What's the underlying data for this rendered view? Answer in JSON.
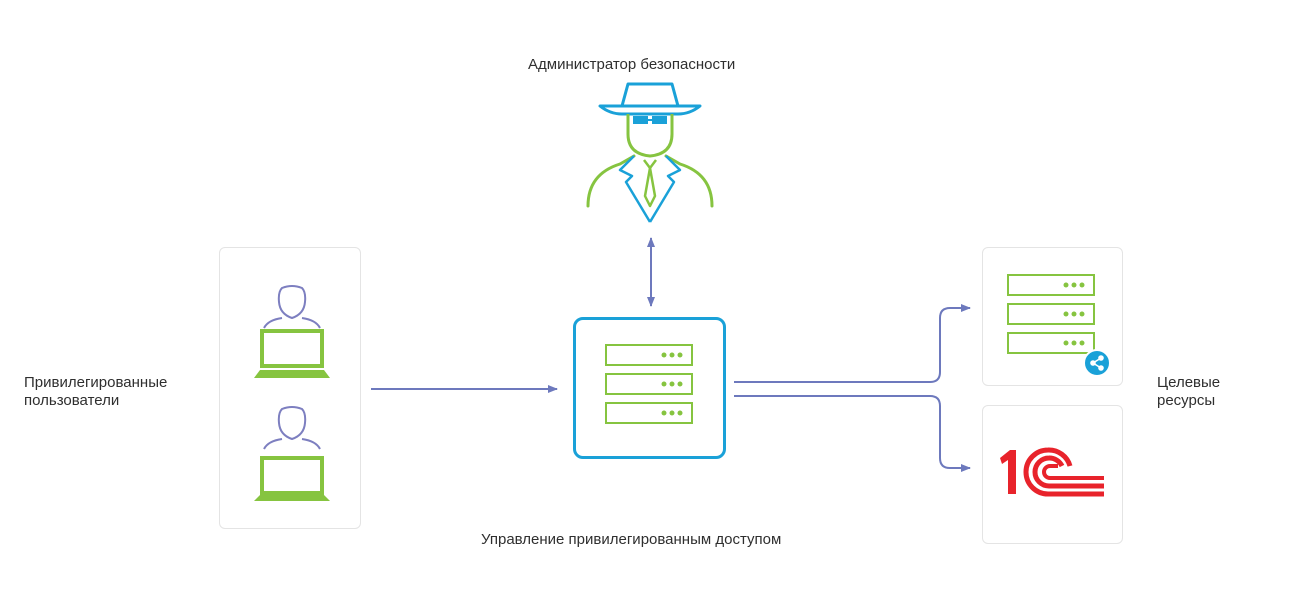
{
  "labels": {
    "admin": "Администратор безопасности",
    "users": "Привилегированные\nпользователи",
    "pam": "Управление привилегированным доступом",
    "targets": "Целевые\nресурсы",
    "one_c_logo": "1С"
  },
  "colors": {
    "green": "#86c440",
    "blue": "#1aa1d8",
    "user_outline": "#7d7fc0",
    "arrow": "#6d79bd",
    "panel_border": "#e4e4e4",
    "one_c_red": "#e8232b"
  },
  "icons": {
    "admin": "spy-admin-icon",
    "users": [
      "user-laptop-icon",
      "user-laptop-icon"
    ],
    "pam": "server-rack-icon",
    "target_server": "server-rack-icon",
    "target_share": "share-icon",
    "target_1c": "one-c-logo"
  }
}
